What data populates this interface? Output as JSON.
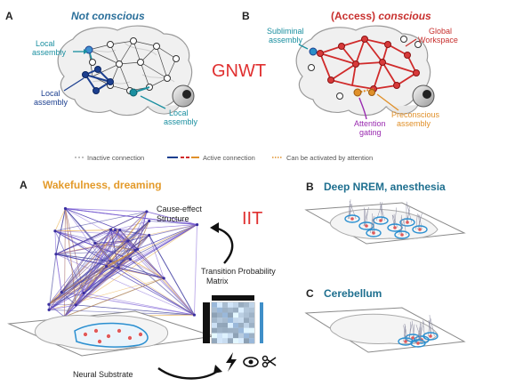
{
  "gnwt": {
    "panel_a": {
      "letter": "A",
      "title": "Not conscious",
      "local_assembly_top": [
        "Local",
        "assembly"
      ],
      "local_assembly_left": [
        "Local",
        "assembly"
      ],
      "local_assembly_right": [
        "Local",
        "assembly"
      ]
    },
    "panel_b": {
      "letter": "B",
      "title_prefix": "(Access)",
      "title_suffix": "conscious",
      "subliminal": [
        "Subliminal",
        "assembly"
      ],
      "global_workspace": [
        "Global",
        "Workspace"
      ],
      "attention_gating": [
        "Attention",
        "gating"
      ],
      "preconscious": [
        "Preconscious",
        "assembly"
      ]
    },
    "theory_label": "GNWT",
    "legend": {
      "inactive": "Inactive connection",
      "active": "Active connection",
      "attention": "Can be activated by attention"
    },
    "colors": {
      "blue_dark": "#1c3f8f",
      "teal": "#1a8fa0",
      "red": "#d02a2a",
      "orange": "#e0902a",
      "purple": "#9a2bb0",
      "title_blue": "#2a6f9a",
      "title_red": "#c8302e"
    }
  },
  "iit": {
    "panel_a": {
      "letter": "A",
      "title": "Wakefulness, dreaming",
      "cause_effect": [
        "Cause-effect",
        "Structure"
      ],
      "transition": [
        "Transition Probability",
        "Matrix"
      ],
      "neural_substrate": "Neural Substrate"
    },
    "panel_b": {
      "letter": "B",
      "title": "Deep NREM, anesthesia"
    },
    "panel_c": {
      "letter": "C",
      "title": "Cerebellum"
    },
    "theory_label": "IIT",
    "colors": {
      "title_orange": "#e39a2a",
      "title_teal": "#1e6f8f",
      "theory_red": "#e03030"
    }
  }
}
